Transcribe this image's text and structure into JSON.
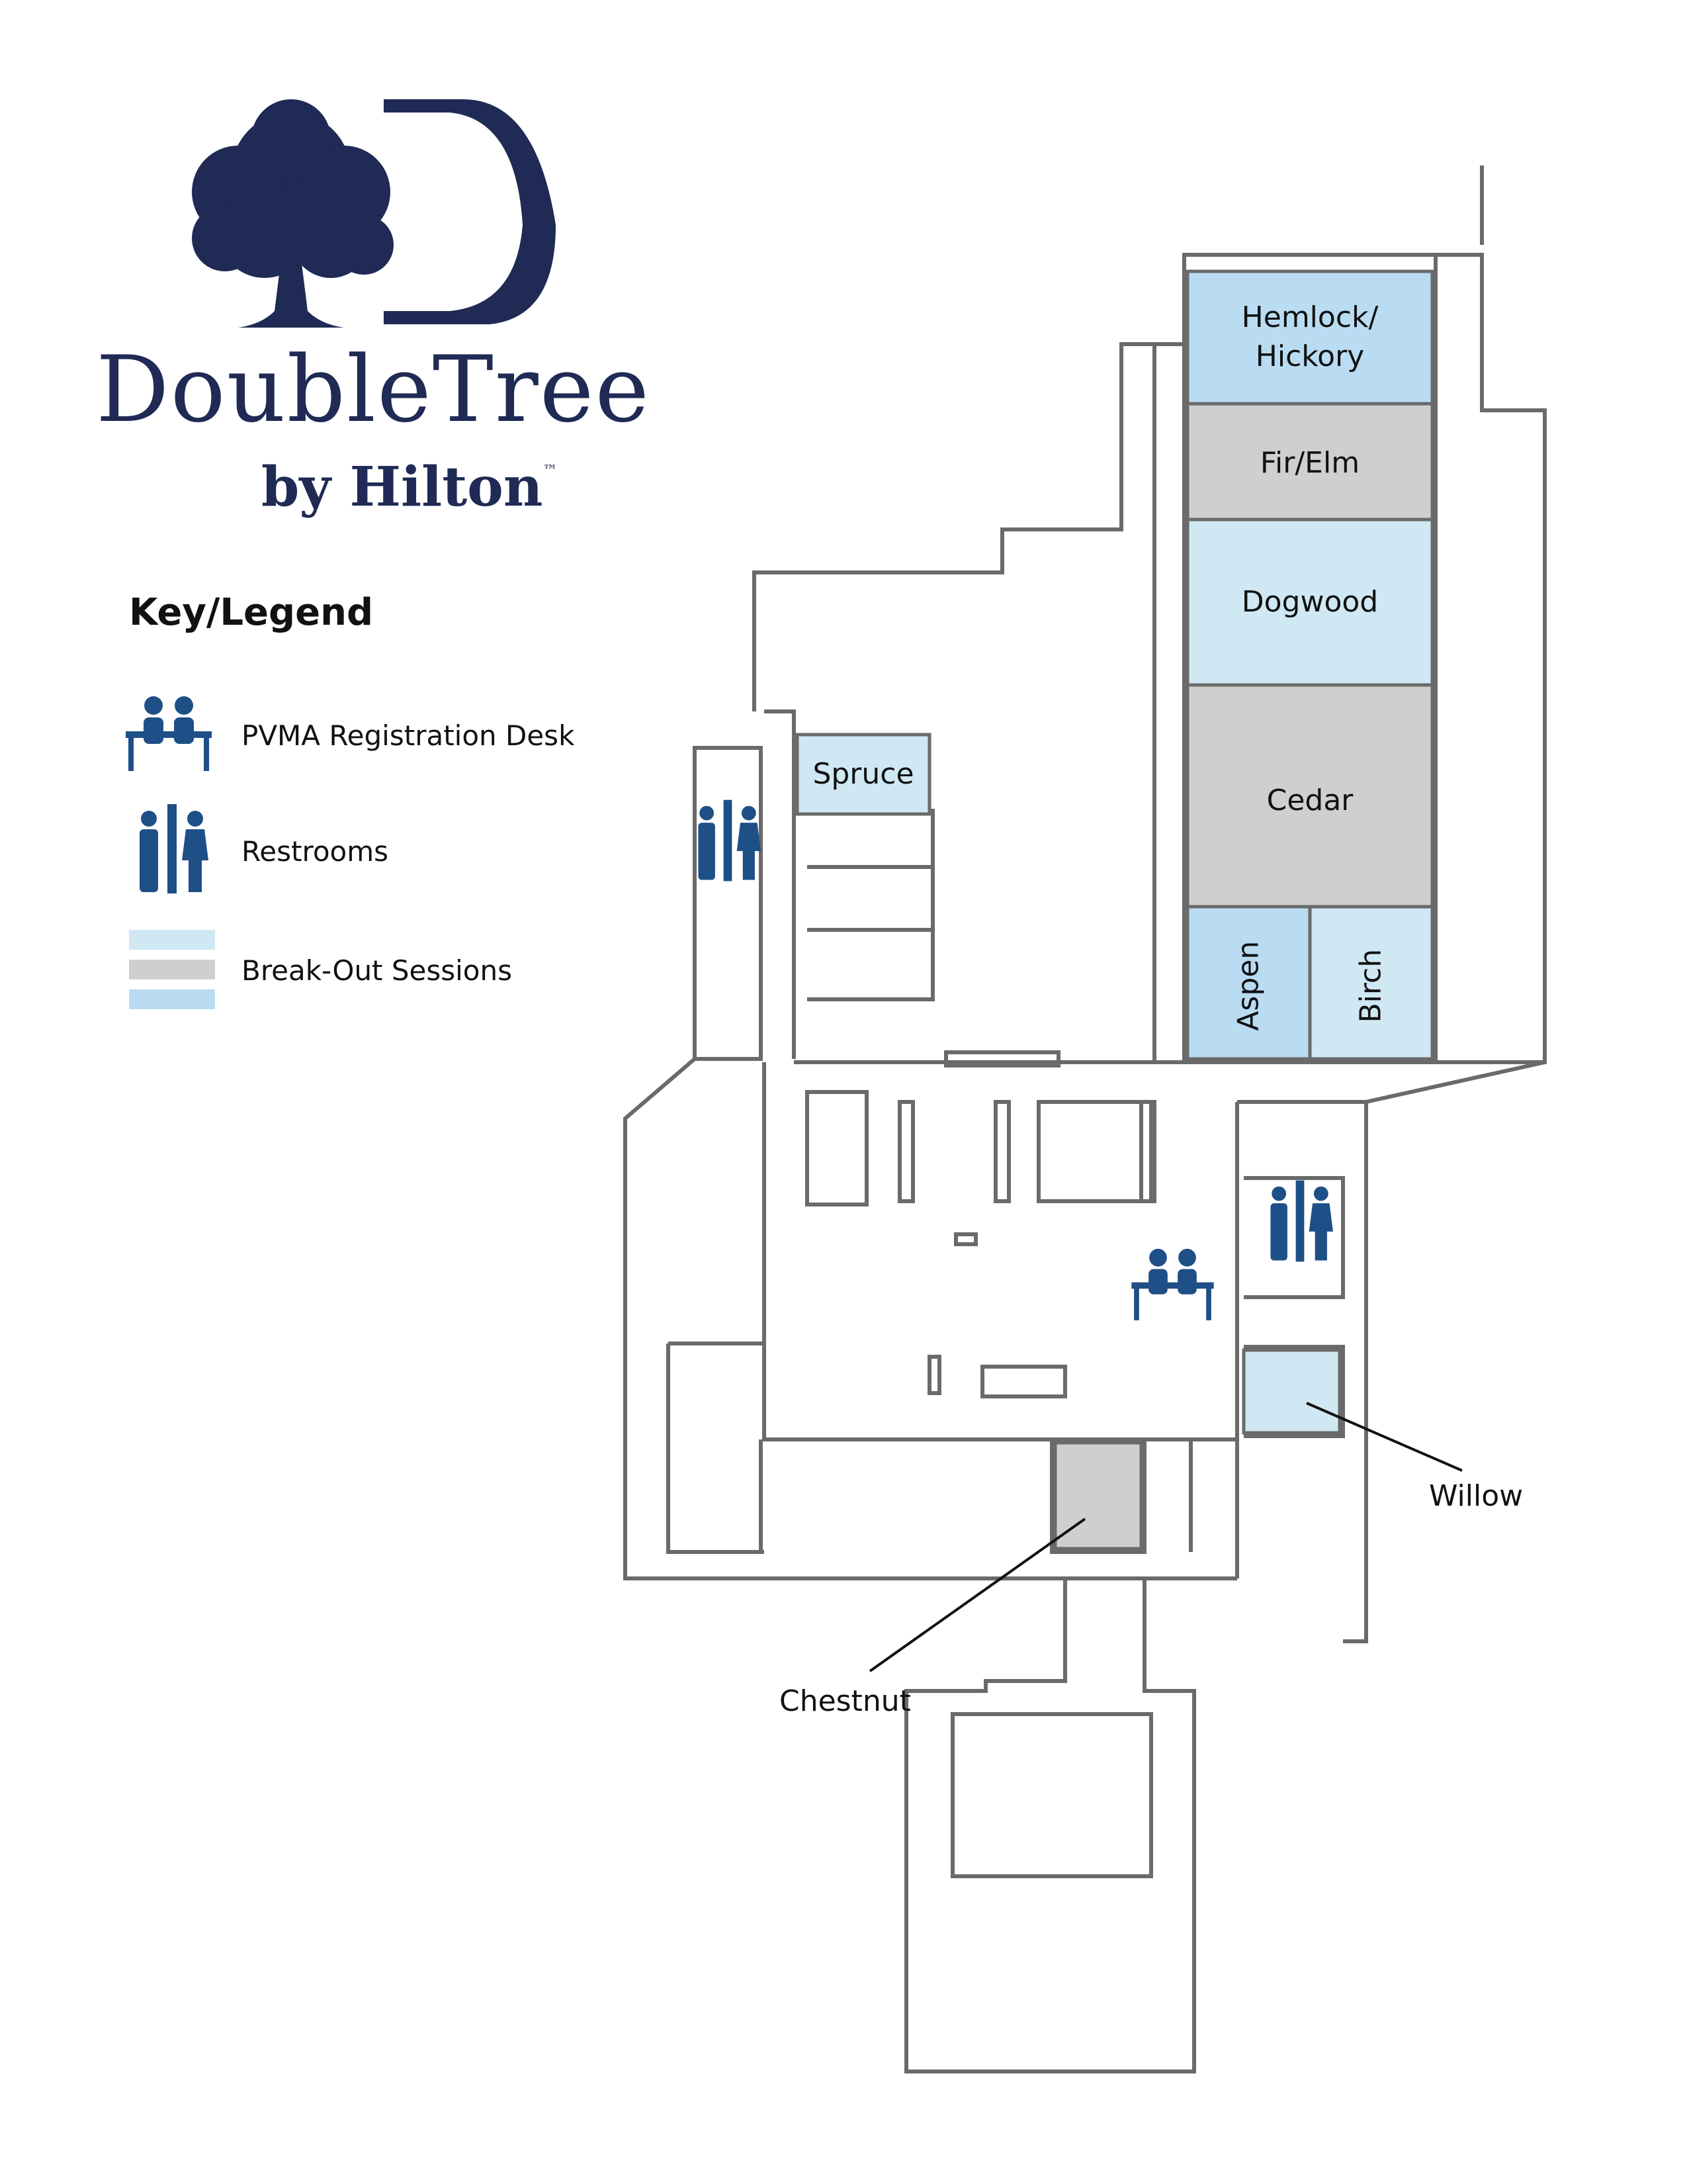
{
  "brand": {
    "name": "DoubleTree",
    "sub": "by Hilton",
    "tm": "™",
    "color": "#1f2a55"
  },
  "legend": {
    "title": "Key/Legend",
    "items": [
      {
        "label": "PVMA Registration Desk",
        "icon": "registration-desk-icon"
      },
      {
        "label": "Restrooms",
        "icon": "restroom-icon"
      },
      {
        "label": "Break-Out Sessions",
        "icon": "breakout-swatch",
        "colors": [
          "#cfe8f3",
          "#cfcfcf",
          "#b9dcf3"
        ]
      }
    ]
  },
  "rooms": {
    "hemlock": "Hemlock/\nHickory",
    "fir_elm": "Fir/Elm",
    "dogwood": "Dogwood",
    "cedar": "Cedar",
    "aspen": "Aspen",
    "birch": "Birch",
    "spruce": "Spruce",
    "willow": "Willow",
    "chestnut": "Chestnut"
  },
  "colors": {
    "room_light_blue": "#cfe8f3",
    "room_gray": "#cfcfcf",
    "room_blue": "#b9dcf3",
    "icon_blue": "#1e4f86",
    "wall": "#6a6a6a"
  }
}
